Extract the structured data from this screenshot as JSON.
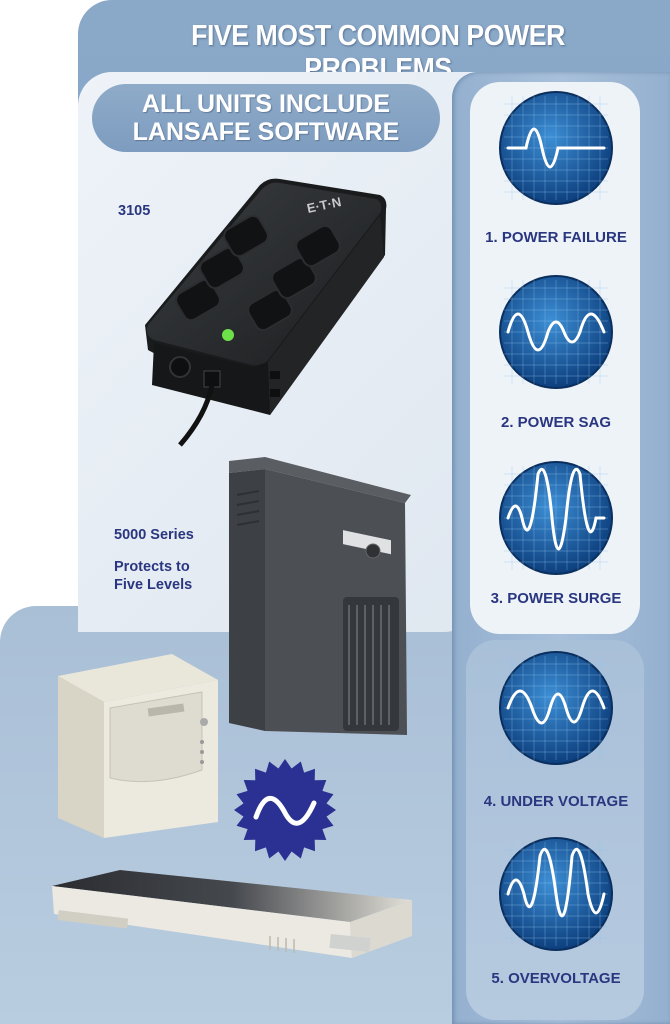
{
  "header": {
    "title": "FIVE MOST COMMON POWER PROBLEMS"
  },
  "badge": {
    "line1": "ALL UNITS INCLUDE",
    "line2": "LANSAFE SOFTWARE"
  },
  "products": {
    "model_3105": "3105",
    "series_5000": "5000 Series",
    "protects_line1": "Protects to",
    "protects_line2": "Five Levels"
  },
  "device_brand": "E·T·N",
  "problems": [
    {
      "label": "1. POWER FAILURE",
      "waveform": "failure"
    },
    {
      "label": "2. POWER SAG",
      "waveform": "sag"
    },
    {
      "label": "3. POWER SURGE",
      "waveform": "surge"
    },
    {
      "label": "4. UNDER VOLTAGE",
      "waveform": "under-voltage"
    },
    {
      "label": "5. OVERVOLTAGE",
      "waveform": "overvoltage"
    }
  ],
  "colors": {
    "label_text": "#2a3680",
    "scope_blue": "#1e67b0",
    "starburst": "#2b3192"
  }
}
